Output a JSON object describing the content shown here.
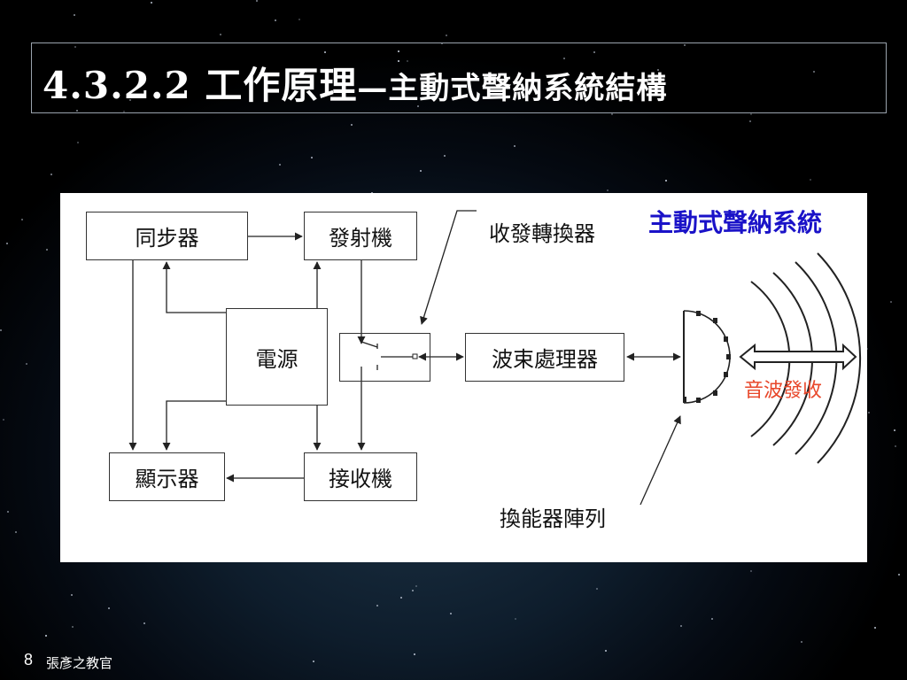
{
  "slide": {
    "title_main": "4.3.2.2 工作原理",
    "title_sub": "—主動式聲納系統結構",
    "page_number": "8",
    "author": "張彥之教官"
  },
  "diagram": {
    "heading": "主動式聲納系統",
    "blocks": {
      "synchronizer": "同步器",
      "transmitter": "發射機",
      "power_supply": "電源",
      "display": "顯示器",
      "receiver": "接收機",
      "beam_processor": "波束處理器"
    },
    "labels": {
      "tr_switch": "收發轉換器",
      "transducer_array": "換能器陣列",
      "sound_wave": "音波發收"
    },
    "colors": {
      "heading": "#1a12c8",
      "sound_wave": "#e8472a"
    }
  }
}
